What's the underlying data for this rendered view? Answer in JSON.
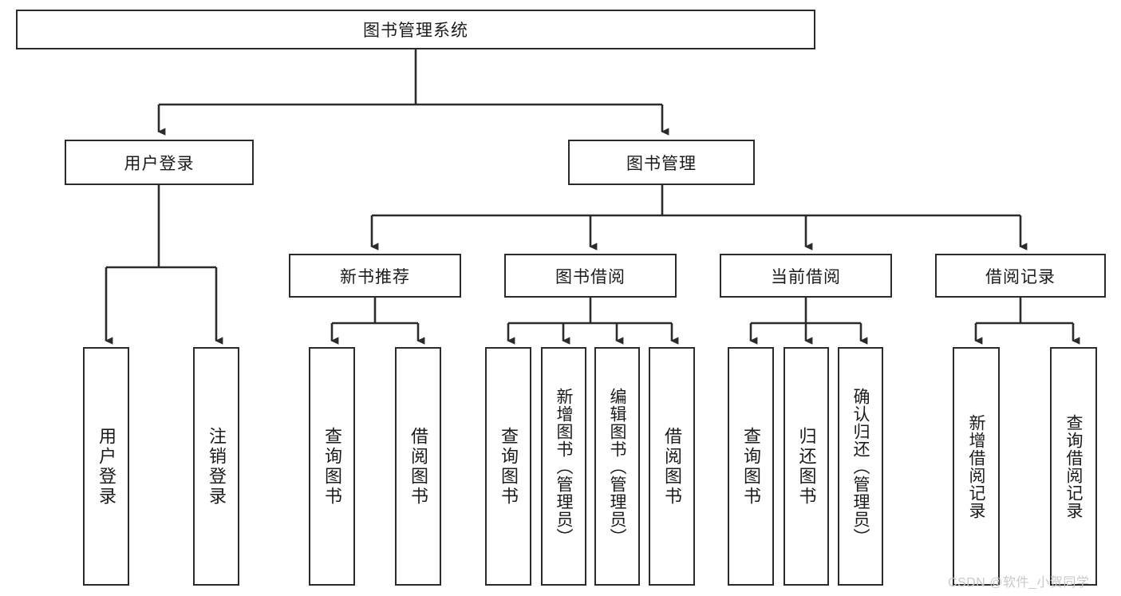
{
  "diagram": {
    "type": "tree",
    "title": "图书管理系统",
    "theme": {
      "box_border": "#2b2b2b",
      "box_fill": "#ffffff",
      "line": "#2b2b2b",
      "text": "#1b1b1b",
      "watermark": "#c9c9c9"
    },
    "root": {
      "label": "图书管理系统"
    },
    "level2": [
      {
        "label": "用户登录"
      },
      {
        "label": "图书管理"
      }
    ],
    "level3": [
      {
        "label": "新书推荐"
      },
      {
        "label": "图书借阅"
      },
      {
        "label": "当前借阅"
      },
      {
        "label": "借阅记录"
      }
    ],
    "leaves": {
      "user_login": [
        {
          "label": "用户登录"
        },
        {
          "label": "注销登录"
        }
      ],
      "new_book": [
        {
          "label": "查询图书"
        },
        {
          "label": "借阅图书"
        }
      ],
      "book_borrow": [
        {
          "label": "查询图书"
        },
        {
          "label": "新增图书（管理员）"
        },
        {
          "label": "编辑图书（管理员）"
        },
        {
          "label": "借阅图书"
        }
      ],
      "current_borrow": [
        {
          "label": "查询图书"
        },
        {
          "label": "归还图书"
        },
        {
          "label": "确认归还（管理员）"
        }
      ],
      "borrow_record": [
        {
          "label": "新增借阅记录"
        },
        {
          "label": "查询借阅记录"
        }
      ]
    }
  },
  "watermark": {
    "text": "CSDN @软件_小贺同学"
  }
}
